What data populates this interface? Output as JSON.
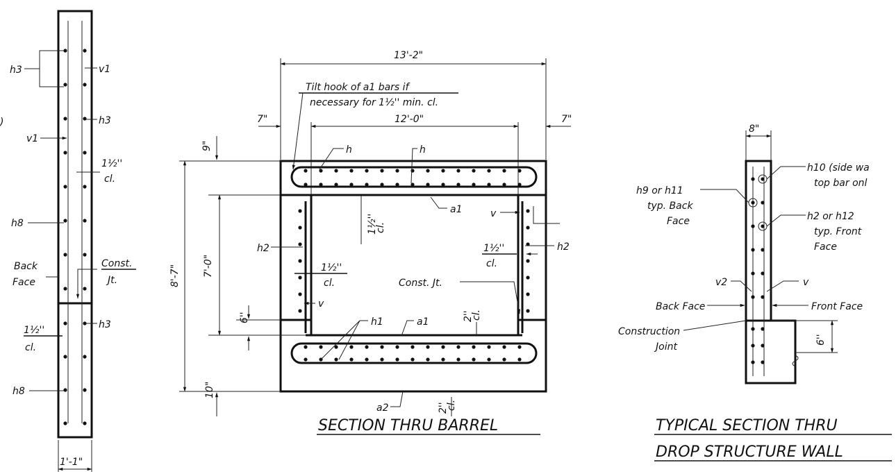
{
  "left_detail": {
    "labels": {
      "h3_top": "h3",
      "v1_right": "v1",
      "h3_right": "h3",
      "v1_left": "v1",
      "clear_top": "1½''",
      "clear_top_cl": "cl.",
      "h8_top": "h8",
      "back_face_1": "Back",
      "back_face_2": "Face",
      "const_jt_1": "Const.",
      "const_jt_2": "Jt.",
      "h3_lower": "h3",
      "clear_low": "1½''",
      "clear_low_cl": "cl.",
      "h8_low": "h8",
      "width_dim": "1'-1\"",
      "edge_mark": ")"
    }
  },
  "barrel": {
    "title": "SECTION THRU BARREL",
    "labels": {
      "overall_width": "13'-2\"",
      "tilt_note_1": "Tilt hook of a1 bars if",
      "tilt_note_2": "necessary for 1½'' min. cl.",
      "inner_width": "12'-0\"",
      "left_7": "7\"",
      "right_7": "7\"",
      "top_9": "9\"",
      "h_left": "h",
      "h_right": "h",
      "a1_top": "a1",
      "v_right": "v",
      "clear_top_1": "1½''",
      "clear_top_cl": "cl.",
      "overall_height": "8'-7\"",
      "inner_height": "7'-0\"",
      "h2_left": "h2",
      "h2_right": "h2",
      "clear_right_1": "1½''",
      "clear_right_cl": "cl.",
      "clear_left_1": "1½''",
      "clear_left_cl": "cl.",
      "const_jt": "Const. Jt.",
      "v_left": "v",
      "six_in": "6''",
      "h1": "h1",
      "a1_bottom": "a1",
      "two_in_1": "2''",
      "two_in_cl_1": "cl.",
      "ten_in": "10\"",
      "a2": "a2",
      "two_in_2": "2''",
      "two_in_cl_2": "cl."
    }
  },
  "wall": {
    "title_1": "TYPICAL SECTION THRU",
    "title_2": "DROP STRUCTURE WALL",
    "labels": {
      "width_8": "8\"",
      "h10_1": "h10 (side wa",
      "h10_2": "top bar onl",
      "h9_1": "h9 or h11",
      "h9_2": "typ. Back",
      "h9_3": "Face",
      "h2_1": "h2 or h12",
      "h2_2": "typ. Front",
      "h2_3": "Face",
      "v2": "v2",
      "v": "v",
      "back_face": "Back Face",
      "front_face": "Front Face",
      "construction_1": "Construction",
      "construction_2": "Joint",
      "six_in": "6''"
    }
  }
}
